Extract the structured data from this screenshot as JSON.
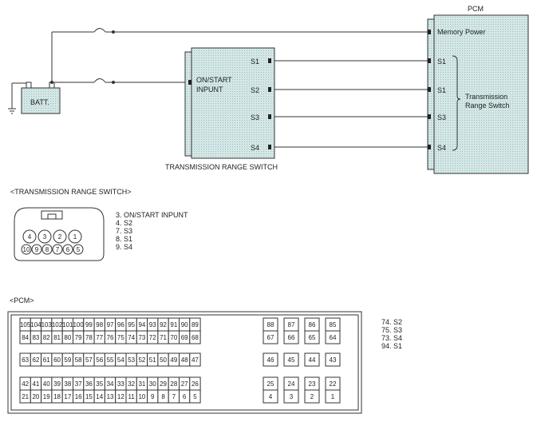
{
  "schematic": {
    "pcm_title": "PCM",
    "pcm_pins": [
      "Memory Power",
      "S1",
      "S1",
      "S3",
      "S4"
    ],
    "pcm_group_label_1": "Transmission",
    "pcm_group_label_2": "Range  Switch",
    "switch_input_1": "ON/START",
    "switch_input_2": "INPUNT",
    "switch_pins": [
      "S1",
      "S2",
      "S3",
      "S4"
    ],
    "switch_title": "TRANSMISSION RANGE SWITCH",
    "battery_label": "BATT."
  },
  "trs_connector": {
    "heading": "<TRANSMISSION RANGE SWITCH>",
    "top_row": [
      "4",
      "3",
      "2",
      "1"
    ],
    "bottom_row": [
      "10",
      "9",
      "8",
      "7",
      "6",
      "5"
    ],
    "legend": [
      "3. ON/START INPUNT",
      "4. S2",
      "7. S3",
      "8. S1",
      "9. S4"
    ]
  },
  "pcm_connector": {
    "heading": "<PCM>",
    "upper_rows": [
      [
        "105",
        "104",
        "103",
        "102",
        "101",
        "100",
        "99",
        "98",
        "97",
        "96",
        "95",
        "94",
        "93",
        "92",
        "91",
        "90",
        "89",
        "88",
        "87",
        "86",
        "85"
      ],
      [
        "84",
        "83",
        "82",
        "81",
        "80",
        "79",
        "78",
        "77",
        "76",
        "75",
        "74",
        "73",
        "72",
        "71",
        "70",
        "69",
        "68",
        "67",
        "66",
        "65",
        "64"
      ]
    ],
    "middle_row": [
      "63",
      "62",
      "61",
      "60",
      "59",
      "58",
      "57",
      "56",
      "55",
      "54",
      "53",
      "52",
      "51",
      "50",
      "49",
      "48",
      "47",
      "46",
      "45",
      "44",
      "43"
    ],
    "lower_rows": [
      [
        "42",
        "41",
        "40",
        "39",
        "38",
        "37",
        "36",
        "35",
        "34",
        "33",
        "32",
        "31",
        "30",
        "29",
        "28",
        "27",
        "26",
        "25",
        "24",
        "23",
        "22"
      ],
      [
        "21",
        "20",
        "19",
        "18",
        "17",
        "16",
        "15",
        "14",
        "13",
        "12",
        "11",
        "10",
        "9",
        "8",
        "7",
        "6",
        "5",
        "4",
        "3",
        "2",
        "1"
      ]
    ],
    "legend": [
      "74. S2",
      "75. S3",
      "73. S4",
      "94. S1"
    ]
  },
  "colors": {
    "box_fill": "#cfe4e4",
    "line": "#333333"
  }
}
